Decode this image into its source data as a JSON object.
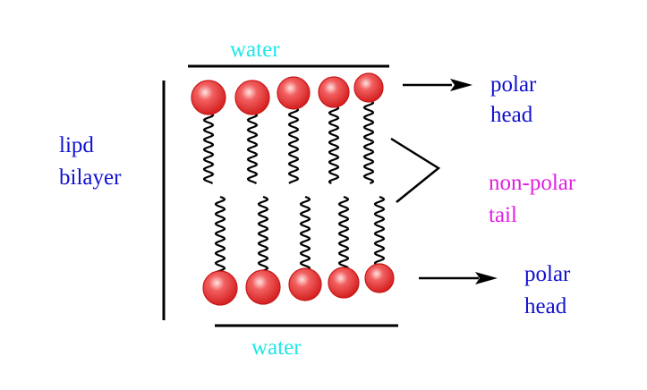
{
  "colors": {
    "water": "#22e6e6",
    "polar": "#1010d0",
    "nonpolar": "#e020e0",
    "head": "#e83030",
    "ink": "#000000"
  },
  "labels": {
    "water_top": "water",
    "water_bottom": "water",
    "bilayer_line1": "lipd",
    "bilayer_line2": "bilayer",
    "polar_top_line1": "polar",
    "polar_top_line2": "head",
    "nonpolar_line1": "non-polar",
    "nonpolar_line2": "tail",
    "polar_bottom_line1": "polar",
    "polar_bottom_line2": "head"
  },
  "structure": {
    "upper_leaflet_heads": 5,
    "lower_leaflet_heads": 5
  }
}
